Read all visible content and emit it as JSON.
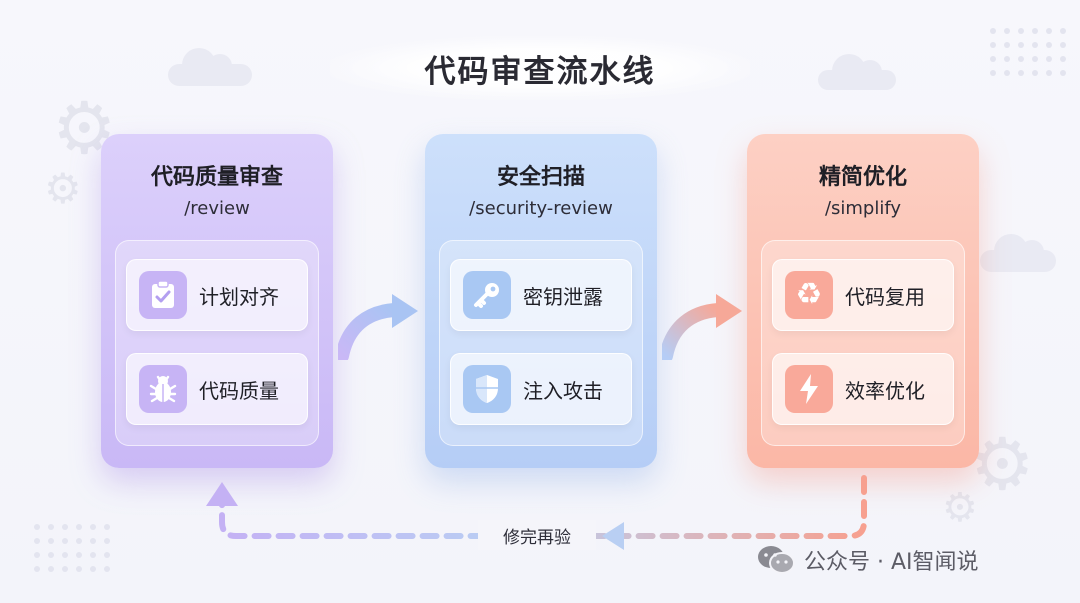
{
  "title": "代码审查流水线",
  "stages": [
    {
      "title": "代码质量审查",
      "command": "/review",
      "items": [
        {
          "label": "计划对齐",
          "icon": "clipboard-check-icon"
        },
        {
          "label": "代码质量",
          "icon": "bug-icon"
        }
      ]
    },
    {
      "title": "安全扫描",
      "command": "/security-review",
      "items": [
        {
          "label": "密钥泄露",
          "icon": "key-icon"
        },
        {
          "label": "注入攻击",
          "icon": "shield-icon"
        }
      ]
    },
    {
      "title": "精简优化",
      "command": "/simplify",
      "items": [
        {
          "label": "代码复用",
          "icon": "recycle-icon"
        },
        {
          "label": "效率优化",
          "icon": "lightning-icon"
        }
      ]
    }
  ],
  "loop_label": "修完再验",
  "watermark": "公众号 · AI智闻说",
  "colors": {
    "stage1": "#c9b8f6",
    "stage2": "#b5cdf6",
    "stage3": "#fbb7a6"
  }
}
